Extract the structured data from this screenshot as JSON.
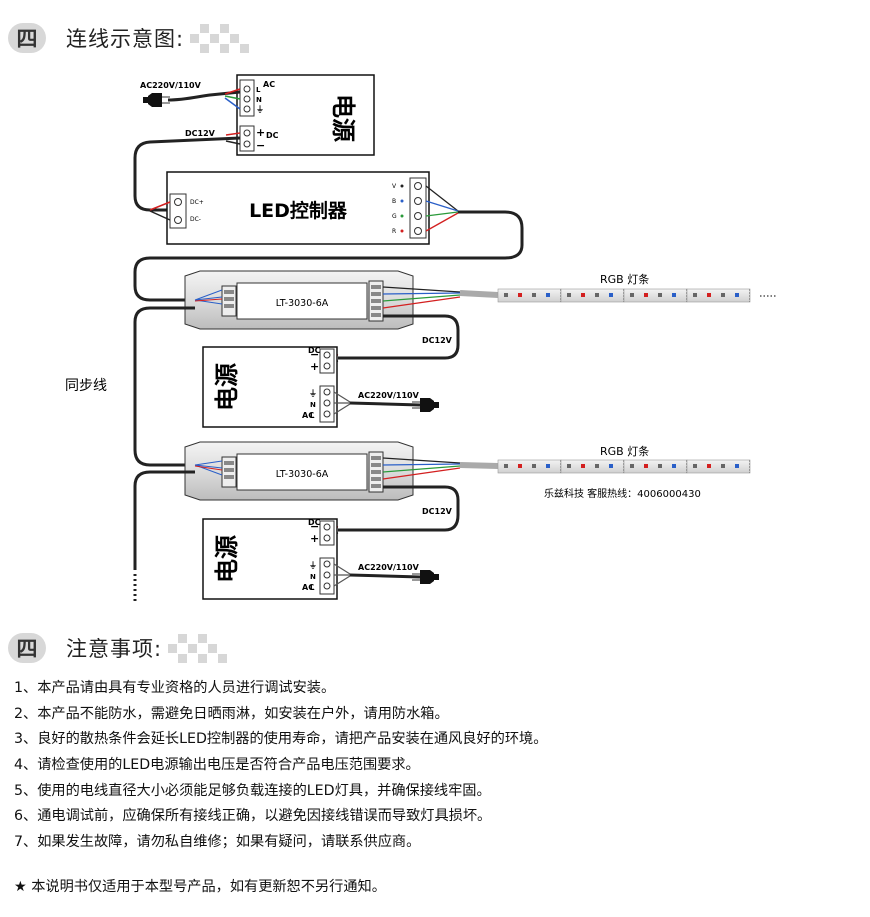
{
  "section1": {
    "badge": "四",
    "title": "连线示意图:"
  },
  "section2": {
    "badge": "四",
    "title": "注意事项:"
  },
  "diagram": {
    "psu_top": {
      "label": "电源",
      "ac_input": "AC220V/110V",
      "dc_output": "DC12V",
      "terminal_ac_label": "AC",
      "terminal_l": "L",
      "terminal_n": "N",
      "terminal_earth": "⏚",
      "terminal_dc_label": "DC",
      "terminal_plus": "+",
      "terminal_minus": "−"
    },
    "controller": {
      "label": "LED控制器",
      "in_plus": "DC+",
      "in_minus": "DC-",
      "ch_v": "V",
      "ch_b": "B",
      "ch_g": "G",
      "ch_r": "R"
    },
    "amplifier": {
      "model": "LT-3030-6A"
    },
    "psu_amp": {
      "label": "电源",
      "dc_output": "DC12V",
      "ac_input": "AC220V/110V",
      "terminal_dc_label": "DC",
      "terminal_plus": "+",
      "terminal_minus": "−",
      "terminal_ac_label": "AC",
      "terminal_l": "L",
      "terminal_n": "N",
      "terminal_earth": "⏚"
    },
    "strip": {
      "label": "RGB 灯条"
    },
    "sync_line": "同步线",
    "hotline": "乐兹科技 客服热线：4006000430"
  },
  "notes": [
    "1、本产品请由具有专业资格的人员进行调试安装。",
    "2、本产品不能防水，需避免日晒雨淋，如安装在户外，请用防水箱。",
    "3、良好的散热条件会延长LED控制器的使用寿命，请把产品安装在通风良好的环境。",
    "4、请检查使用的LED电源输出电压是否符合产品电压范围要求。",
    "5、使用的电线直径大小必须能足够负载连接的LED灯具，并确保接线牢固。",
    "6、通电调试前，应确保所有接线正确，以避免因接线错误而导致灯具损坏。",
    "7、如果发生故障，请勿私自维修；如果有疑问，请联系供应商。"
  ],
  "footer": "★ 本说明书仅适用于本型号产品，如有更新恕不另行通知。",
  "colors": {
    "red_wire": "#d32020",
    "green_wire": "#2a9a3a",
    "blue_wire": "#2a5fc8",
    "black_wire": "#222222",
    "header_grey": "#d8d8d8"
  }
}
